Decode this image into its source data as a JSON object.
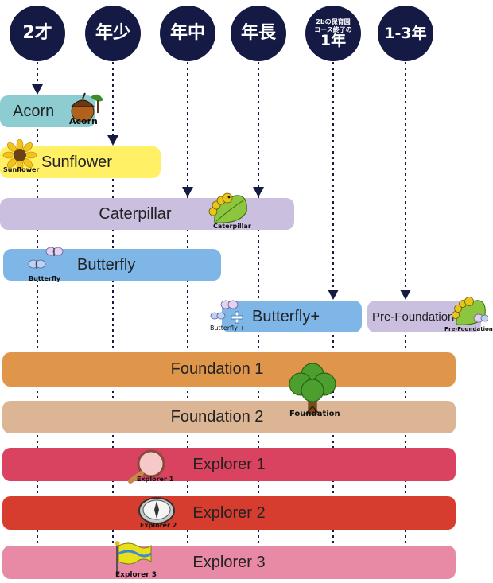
{
  "ages": [
    {
      "label": "2才"
    },
    {
      "label": "年少"
    },
    {
      "label": "年中"
    },
    {
      "label": "年長"
    },
    {
      "label_small_1": "2bの保育園",
      "label_small_2": "コース終了の",
      "label": "1年"
    },
    {
      "label": "1-3年"
    }
  ],
  "programs": [
    {
      "name": "Acorn",
      "icon_label": "Acorn",
      "color": "#8dcdd1"
    },
    {
      "name": "Sunflower",
      "icon_label": "Sunflower",
      "color": "#fff066"
    },
    {
      "name": "Caterpillar",
      "icon_label": "Caterpillar",
      "color": "#cbbfe0"
    },
    {
      "name": "Butterfly",
      "icon_label": "Butterfly",
      "color": "#7eb6e8"
    },
    {
      "name": "Butterfly+",
      "icon_label": "Butterfly +",
      "color": "#7eb6e8"
    },
    {
      "name": "Pre-Foundation",
      "icon_label": "Pre-Foundation",
      "color": "#cbbfe0"
    },
    {
      "name": "Foundation 1",
      "color": "#e0964a"
    },
    {
      "name": "Foundation 2",
      "icon_label": "Foundation",
      "color": "#dbb594"
    },
    {
      "name": "Explorer 1",
      "icon_label": "Explorer 1",
      "color": "#d9435f"
    },
    {
      "name": "Explorer 2",
      "icon_label": "Explorer 2",
      "color": "#d63d2e"
    },
    {
      "name": "Explorer 3",
      "icon_label": "Explorer 3",
      "color": "#e88aa5"
    }
  ],
  "colors": {
    "circle": "#151a45",
    "line": "#151a45"
  }
}
